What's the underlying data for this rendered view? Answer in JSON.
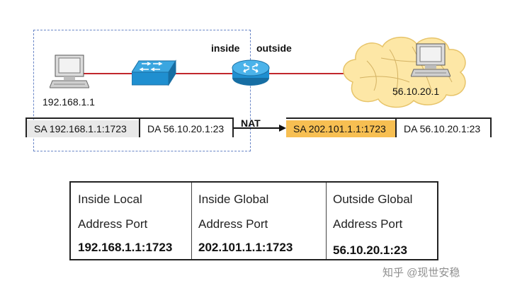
{
  "diagram": {
    "labels": {
      "inside": "inside",
      "outside": "outside",
      "nat": "NAT",
      "left_host_ip": "192.168.1.1",
      "right_host_ip": "56.10.20.1"
    },
    "packets": {
      "before": {
        "sa": "SA 192.168.1.1:1723",
        "da": "DA 56.10.20.1:23"
      },
      "after": {
        "sa": "SA 202.101.1.1:1723",
        "da": "DA 56.10.20.1:23"
      }
    },
    "colors": {
      "link": "#c1272d",
      "device_blue": "#1f8fd0",
      "cloud_fill": "#fde7a6",
      "dashed_box": "#6a86c7",
      "packet_orange": "#f7bf52",
      "packet_gray": "#e8e8e8"
    },
    "icons": [
      "pc-icon",
      "switch-icon",
      "router-icon",
      "cloud-icon",
      "pc-icon"
    ]
  },
  "table": {
    "columns": [
      {
        "line1": "Inside Local",
        "line2": "Address Port",
        "value": "192.168.1.1:1723"
      },
      {
        "line1": "Inside Global",
        "line2": "Address Port",
        "value": "202.101.1.1:1723"
      },
      {
        "line1": "Outside Global",
        "line2": "Address Port",
        "value": "56.10.20.1:23"
      }
    ]
  },
  "watermark": "知乎 @现世安稳"
}
